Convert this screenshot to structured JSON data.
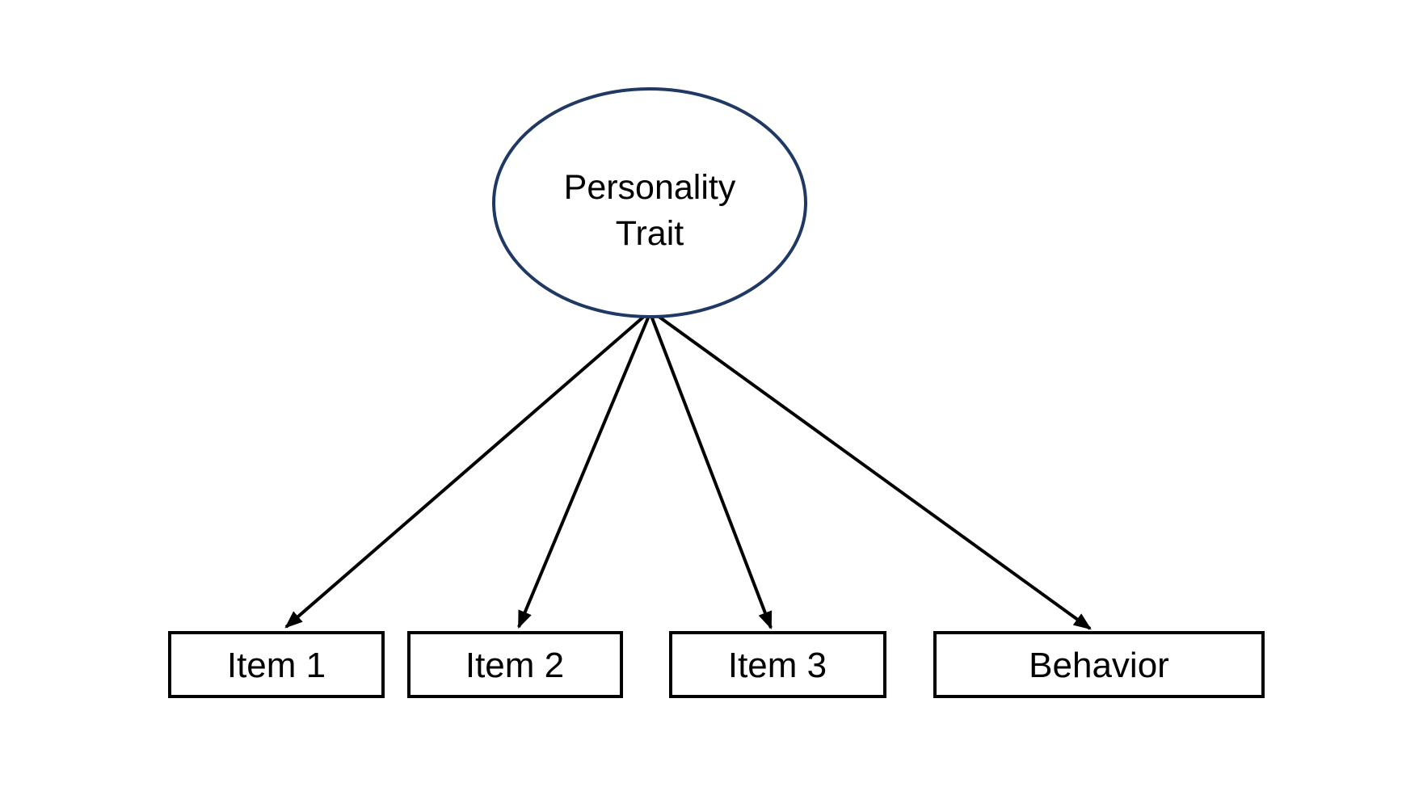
{
  "diagram": {
    "latent_variable": {
      "label_line1": "Personality",
      "label_line2": "Trait",
      "full_label": "Personality Trait"
    },
    "observed_variables": [
      {
        "label": "Item 1"
      },
      {
        "label": "Item 2"
      },
      {
        "label": "Item 3"
      },
      {
        "label": "Behavior"
      }
    ],
    "edges": [
      {
        "from": "Personality Trait",
        "to": "Item 1"
      },
      {
        "from": "Personality Trait",
        "to": "Item 2"
      },
      {
        "from": "Personality Trait",
        "to": "Item 3"
      },
      {
        "from": "Personality Trait",
        "to": "Behavior"
      }
    ],
    "colors": {
      "background": "#FFFFFF",
      "ellipse_stroke": "#1F3864",
      "box_stroke": "#000000",
      "arrow_color": "#000000",
      "text_color": "#000000"
    }
  }
}
